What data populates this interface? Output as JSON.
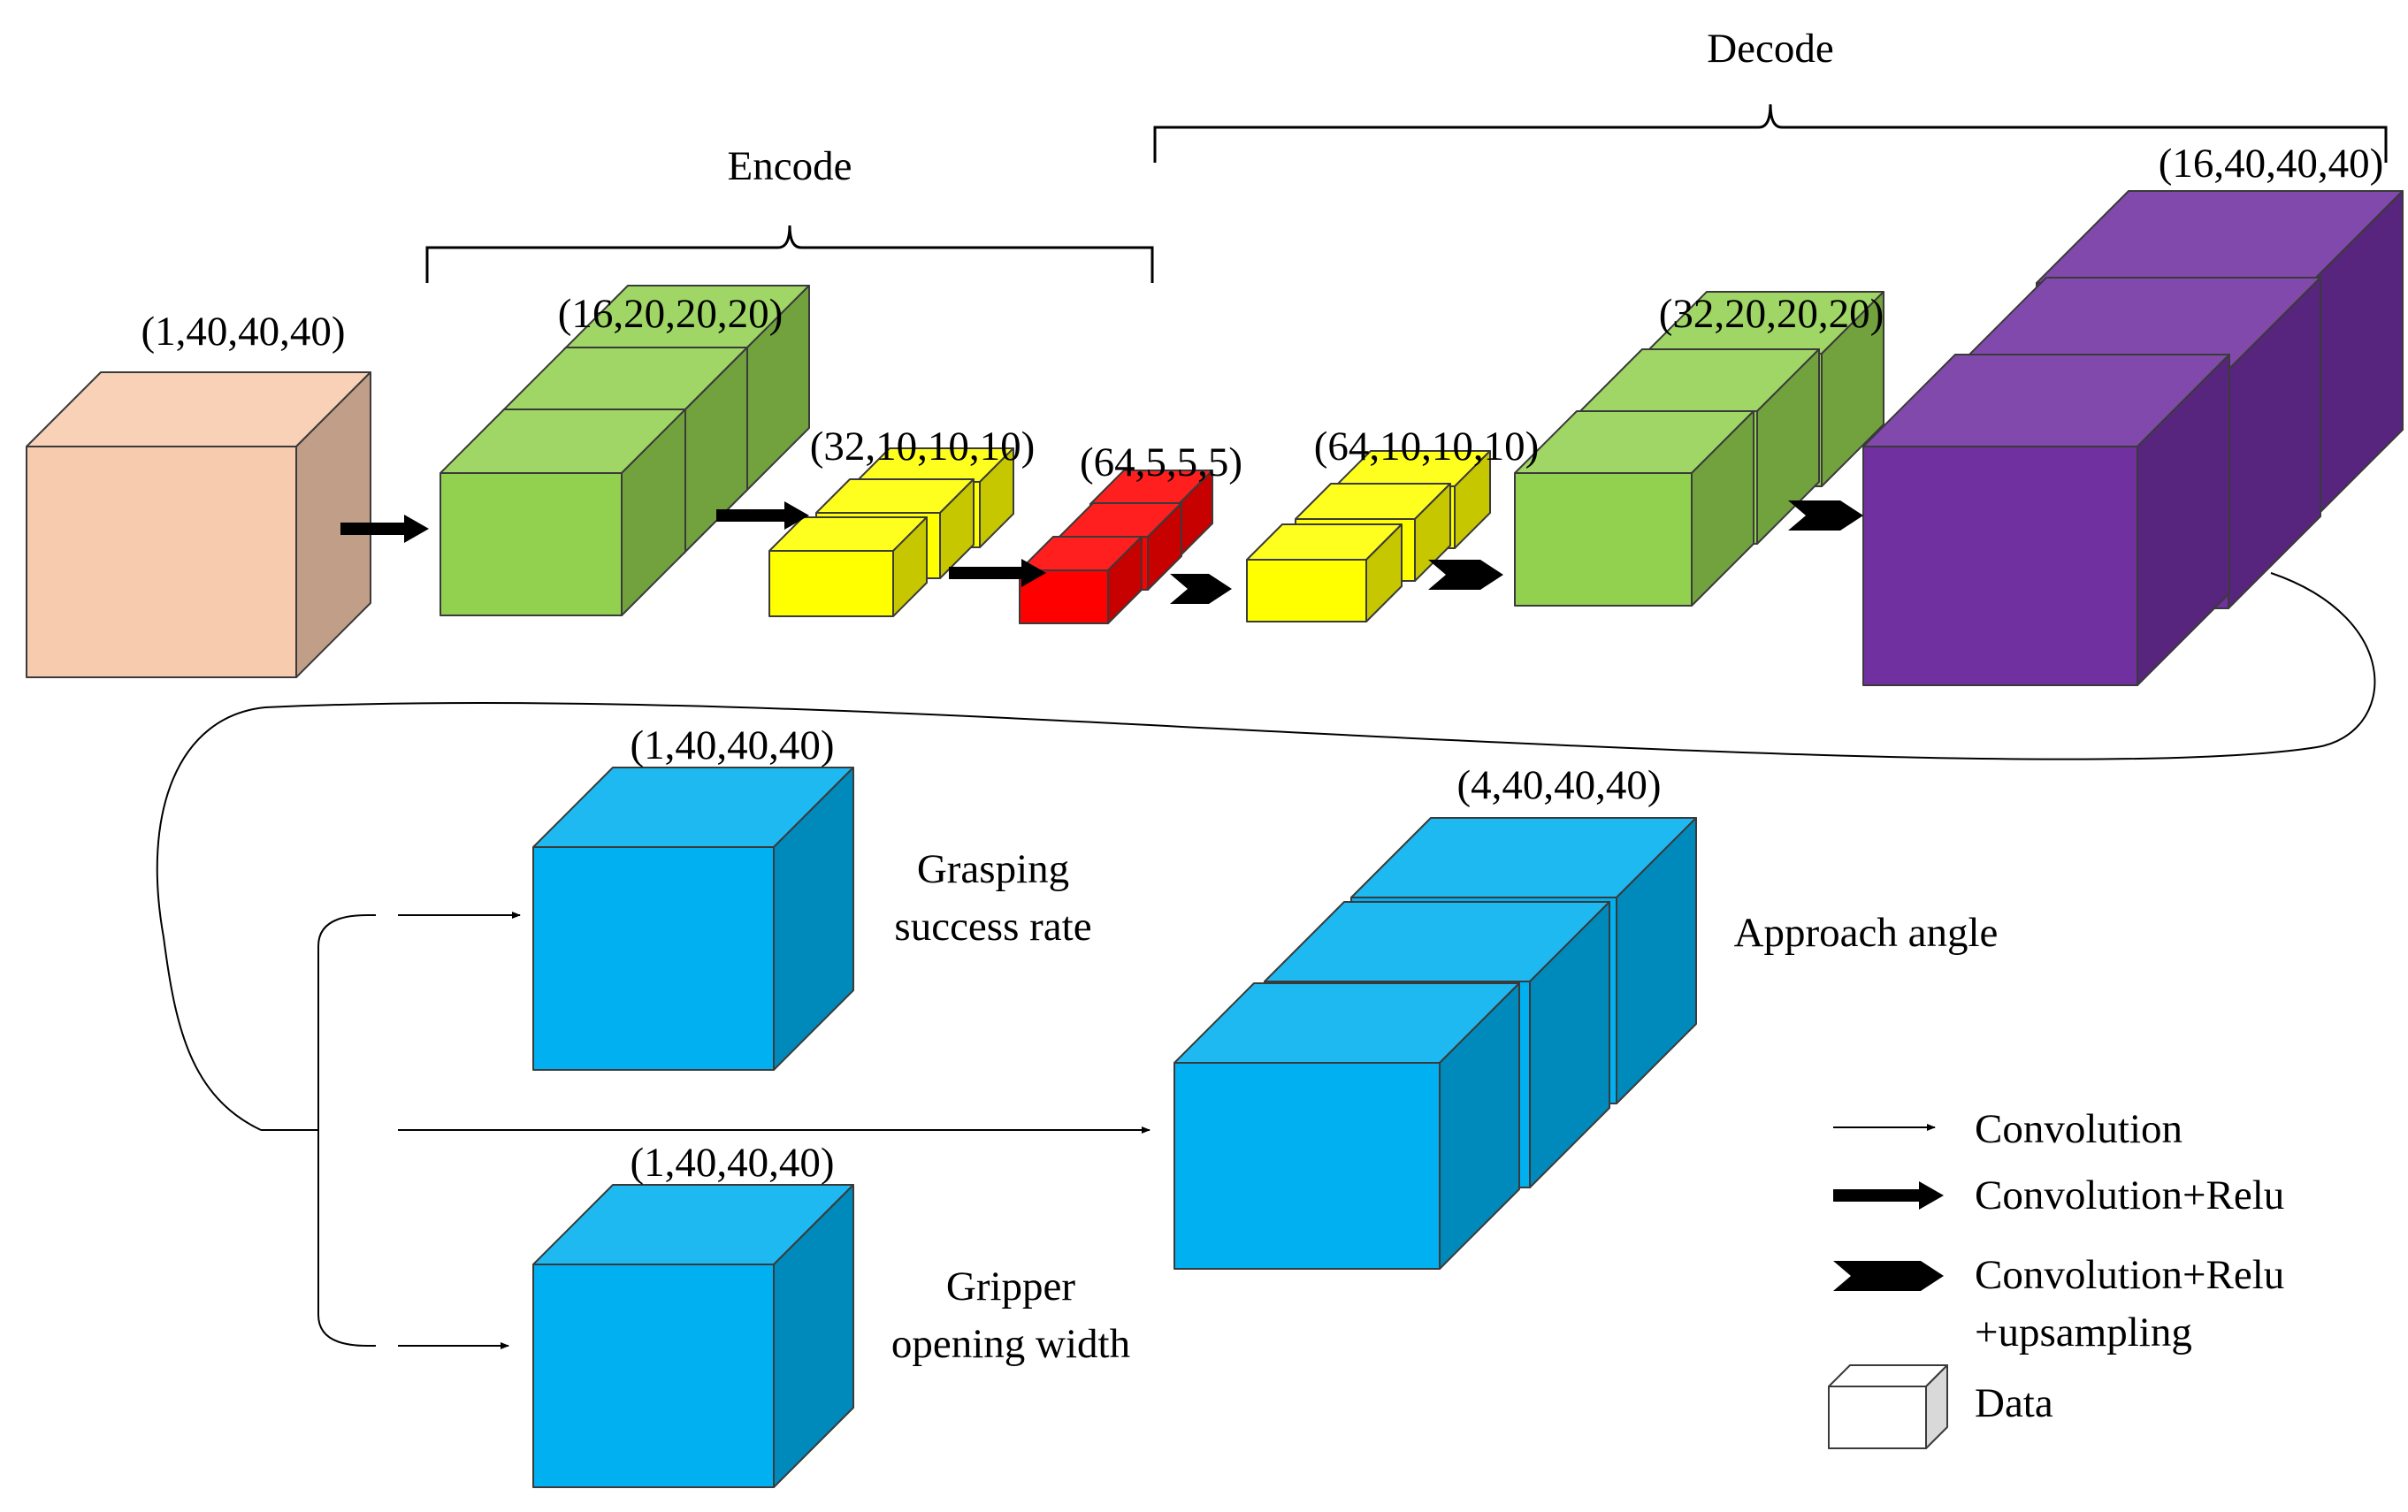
{
  "groups": {
    "encode": "Encode",
    "decode": "Decode"
  },
  "shapes": {
    "input": "(1,40,40,40)",
    "enc1": "(16,20,20,20)",
    "enc2": "(32,10,10,10)",
    "bottleneck": "(64,5,5,5)",
    "dec1": "(64,10,10,10)",
    "dec2": "(32,20,20,20)",
    "dec3": "(16,40,40,40)",
    "out_success": "(1,40,40,40)",
    "out_angle": "(4,40,40,40)",
    "out_width": "(1,40,40,40)"
  },
  "outputs": {
    "success_line1": "Grasping",
    "success_line2": "success rate",
    "angle": "Approach angle",
    "width_line1": "Gripper",
    "width_line2": "opening width"
  },
  "legend": {
    "conv": "Convolution",
    "conv_relu": "Convolution+Relu",
    "conv_relu_up_line1": "Convolution+Relu",
    "conv_relu_up_line2": "+upsampling",
    "data": "Data"
  },
  "colors": {
    "input": "#f7cbad",
    "green": "#92d050",
    "yellow": "#ffff00",
    "red": "#ff0000",
    "purple": "#7030a0",
    "blue": "#00b0f0",
    "legend_box": "#ffffff"
  }
}
